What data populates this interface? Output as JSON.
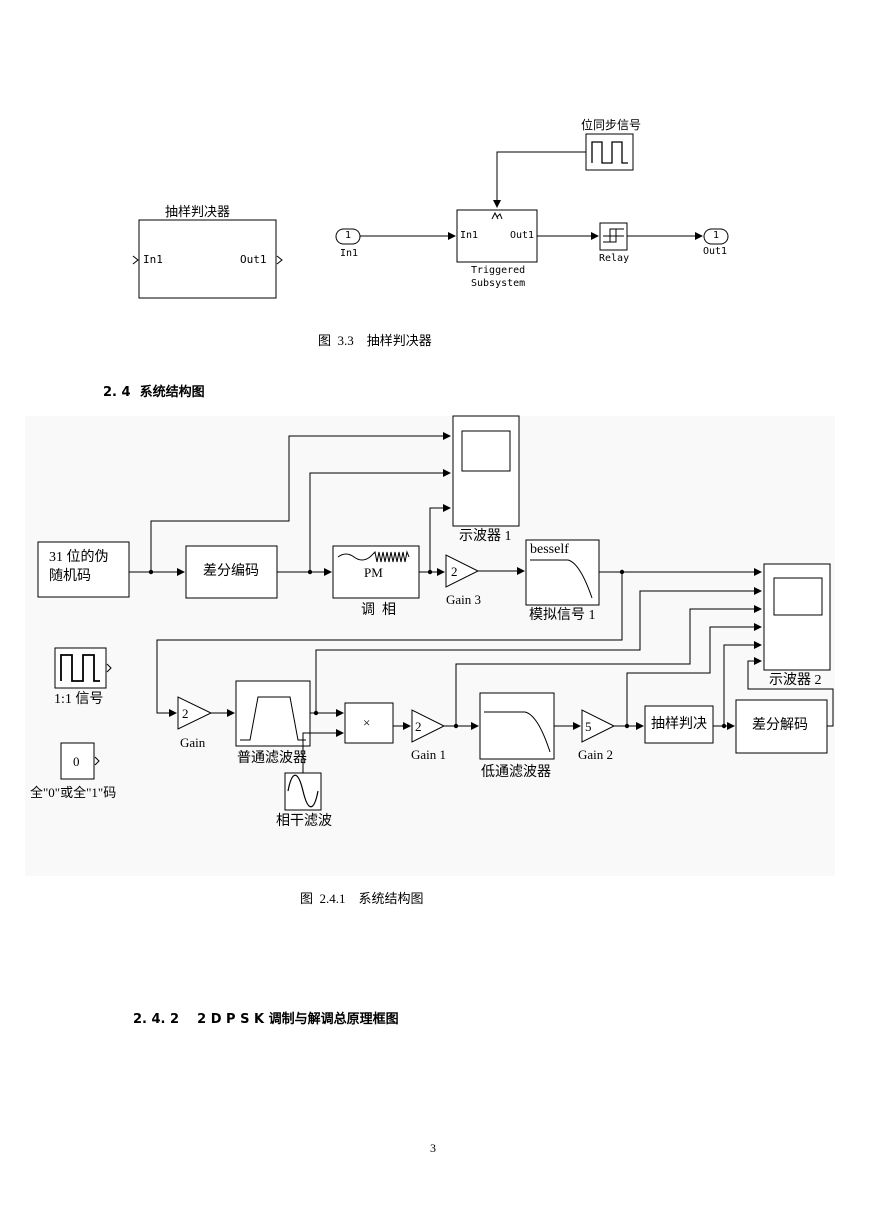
{
  "fig33": {
    "subsystem_title": "抽样判决器",
    "subsystem_in": "In1",
    "subsystem_out": "Out1",
    "inport_num": "1",
    "inport_label": "In1",
    "triggered_in": "In1",
    "triggered_out": "Out1",
    "triggered_line1": "Triggered",
    "triggered_line2": "Subsystem",
    "relay_label": "Relay",
    "outport_num": "1",
    "outport_label": "Out1",
    "sync_label": "位同步信号",
    "caption": "图  3.3    抽样判决器"
  },
  "section_24": "2. 4  系统结构图",
  "fig241": {
    "prbs_line1": "31 位的伪",
    "prbs_line2": "随机码",
    "diff_encode": "差分编码",
    "pm_block": "PM",
    "pm_label": "调  相",
    "gain3_value": "2",
    "gain3_label": "Gain 3",
    "bessel_text": "besself",
    "analog_label": "模拟信号 1",
    "scope1_label": "示波器 1",
    "scope2_label": "示波器 2",
    "pulse_label": "1:1 信号",
    "const_value": "0",
    "const_label": "全\"0\"或全\"1\"码",
    "gain_value": "2",
    "gain_label": "Gain",
    "bpf_label": "普通滤波器",
    "mult_symbol": "×",
    "coherent_label": "相干滤波",
    "gain1_value": "2",
    "gain1_label": "Gain 1",
    "lpf_label": "低通滤波器",
    "gain2_value": "5",
    "gain2_label": "Gain 2",
    "sampler_label": "抽样判决",
    "diff_decode": "差分解码",
    "caption": "图  2.4.1    系统结构图"
  },
  "section_242": "2. 4. 2    2 D P S K 调制与解调总原理框图",
  "page_number": "3"
}
